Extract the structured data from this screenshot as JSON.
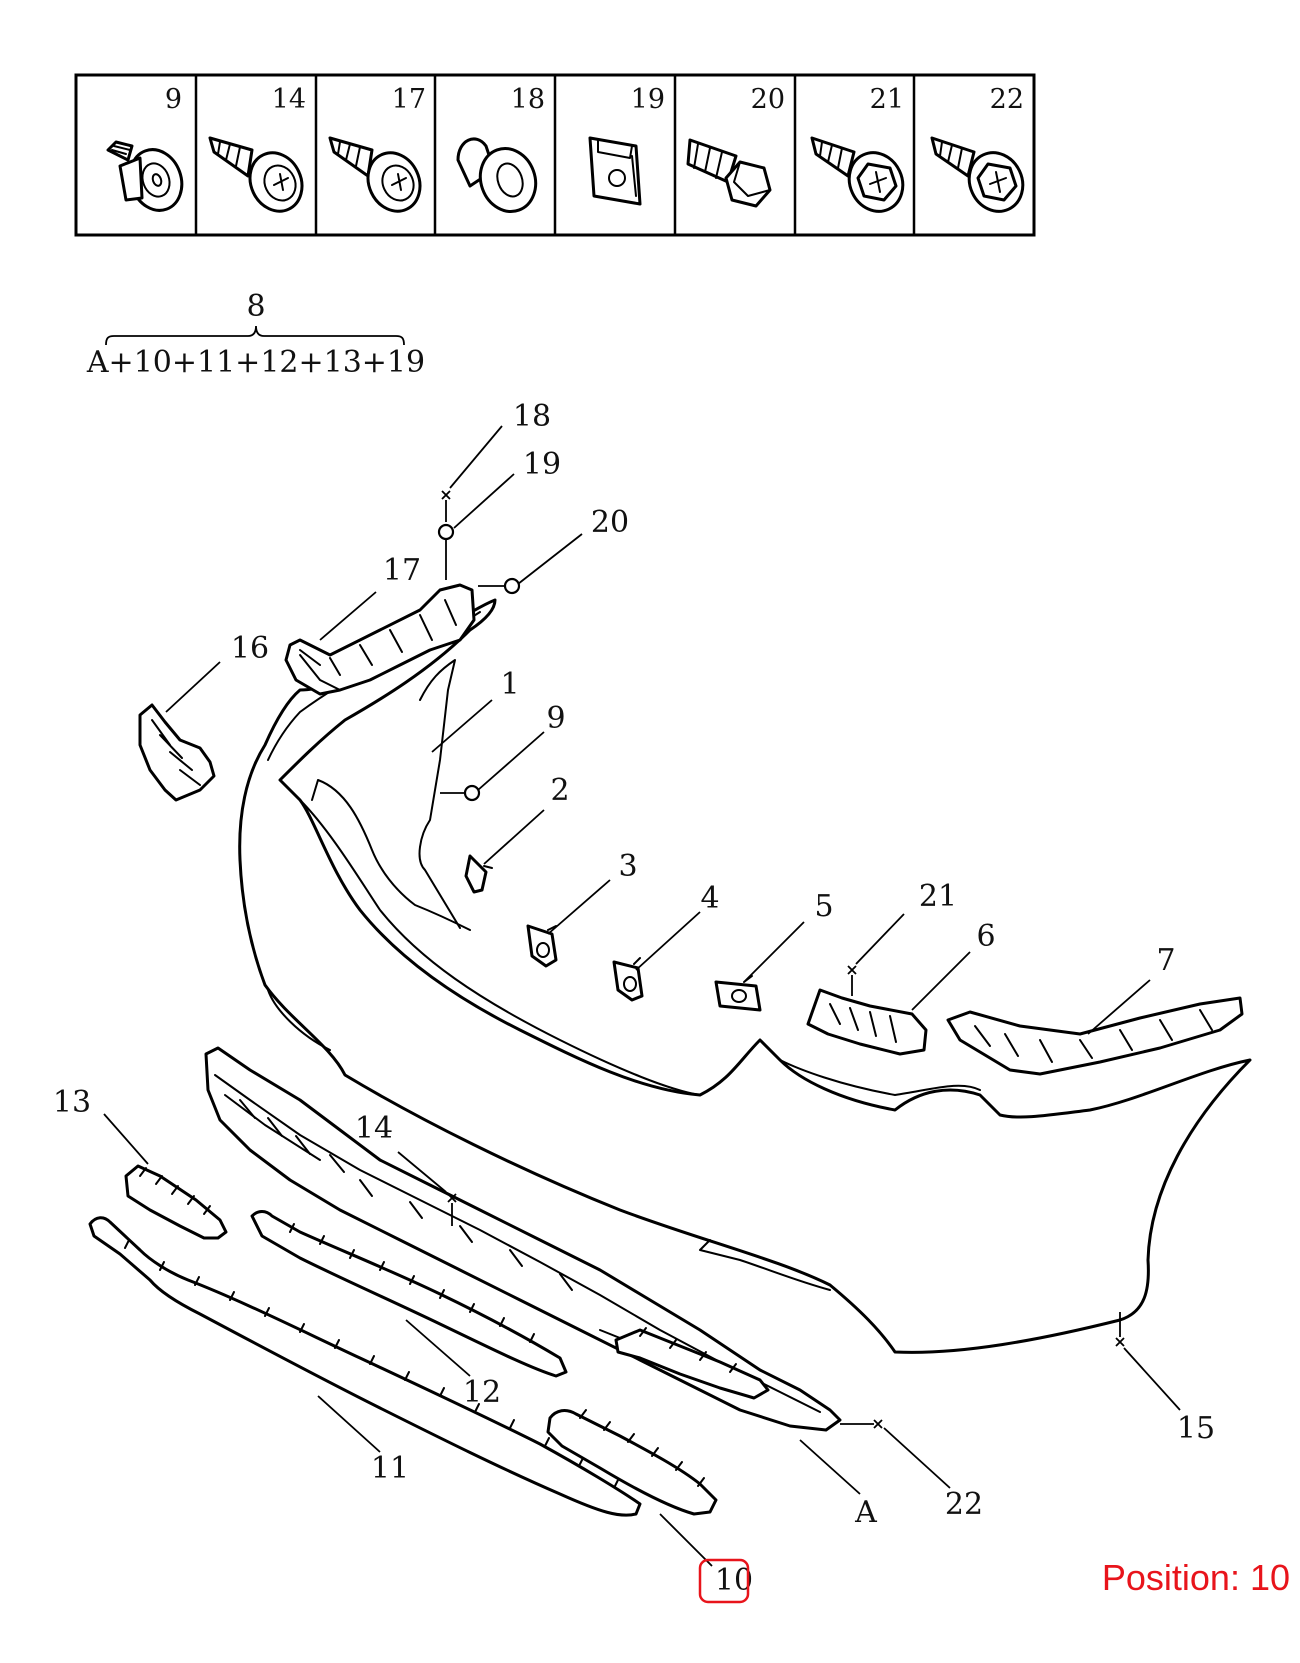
{
  "position_indicator": {
    "text": "Position: 10",
    "color": "#e8141b"
  },
  "highlight_color": "#e8141b",
  "fastener_table": {
    "columns": [
      {
        "number": "9",
        "icon": "push-clip-icon"
      },
      {
        "number": "14",
        "icon": "phillips-tapping-screw-icon"
      },
      {
        "number": "17",
        "icon": "phillips-tapping-screw-icon"
      },
      {
        "number": "18",
        "icon": "grommet-icon"
      },
      {
        "number": "19",
        "icon": "speed-nut-icon"
      },
      {
        "number": "20",
        "icon": "hex-bolt-icon"
      },
      {
        "number": "21",
        "icon": "hex-washer-screw-icon"
      },
      {
        "number": "22",
        "icon": "hex-washer-screw-icon"
      }
    ]
  },
  "assembly_group": {
    "number": "8",
    "contents": "A+10+11+12+13+19"
  },
  "callouts": [
    {
      "id": "1",
      "label": "1"
    },
    {
      "id": "2",
      "label": "2"
    },
    {
      "id": "3",
      "label": "3"
    },
    {
      "id": "4",
      "label": "4"
    },
    {
      "id": "5",
      "label": "5"
    },
    {
      "id": "6",
      "label": "6"
    },
    {
      "id": "7",
      "label": "7"
    },
    {
      "id": "9",
      "label": "9"
    },
    {
      "id": "10",
      "label": "10",
      "highlighted": true
    },
    {
      "id": "11",
      "label": "11"
    },
    {
      "id": "12",
      "label": "12"
    },
    {
      "id": "13",
      "label": "13"
    },
    {
      "id": "14",
      "label": "14"
    },
    {
      "id": "15",
      "label": "15"
    },
    {
      "id": "16",
      "label": "16"
    },
    {
      "id": "17",
      "label": "17"
    },
    {
      "id": "18",
      "label": "18"
    },
    {
      "id": "19",
      "label": "19"
    },
    {
      "id": "20",
      "label": "20"
    },
    {
      "id": "21",
      "label": "21"
    },
    {
      "id": "22",
      "label": "22"
    },
    {
      "id": "A",
      "label": "A"
    }
  ]
}
